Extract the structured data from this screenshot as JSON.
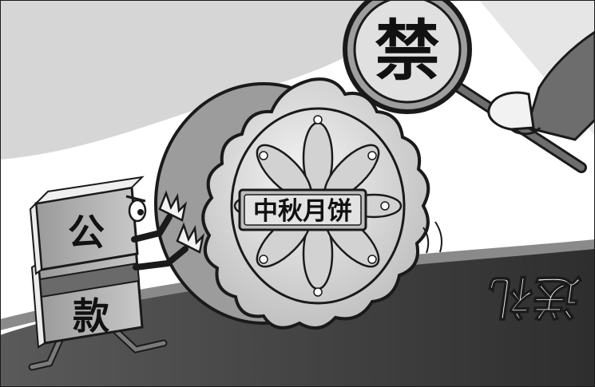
{
  "illustration": {
    "banner_char": "禁",
    "mooncake_label": "中秋月饼",
    "money_chars": [
      "公",
      "款"
    ],
    "road_text": "送礼",
    "colors": {
      "background": "#ffffff",
      "sky_grey": "#d9d9d9",
      "road_dark": "#3d3d3d",
      "mooncake_light": "#e8e8e8",
      "outline": "#1a1a1a"
    }
  }
}
